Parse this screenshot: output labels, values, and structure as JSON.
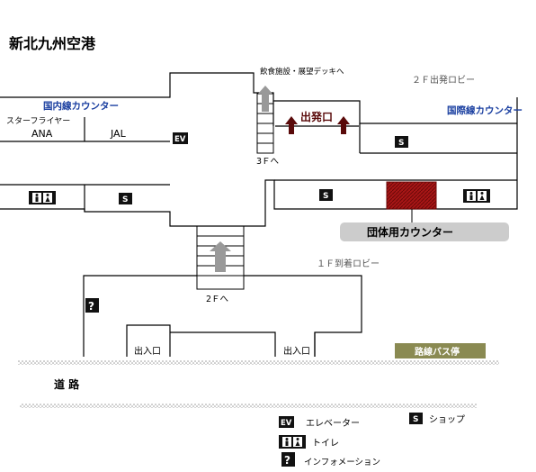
{
  "title": "新北九州空港",
  "floor2": {
    "lobby_label": "２Ｆ出発ロビー",
    "domestic_counter": "国内線カウンター",
    "starflyer": "スターフライヤー",
    "ana": "ANA",
    "jal": "JAL",
    "international_counter": "国際線カウンター",
    "dining_sign": "飲食施設・展望デッキへ",
    "to_3f": "3Ｆへ",
    "departure_gate": "出発口",
    "group_counter": "団体用カウンター",
    "ev_badge": "EV",
    "shop_badge": "S"
  },
  "floor1": {
    "lobby_label": "１Ｆ到着ロビー",
    "to_2f": "2Ｆへ",
    "info_badge": "?",
    "entrance_left": "出入口",
    "entrance_right": "出入口",
    "bus_stop": "路線バス停"
  },
  "road_label": "道 路",
  "legend": {
    "elevator": "エレベーター",
    "toilet": "トイレ",
    "information": "インフォメーション",
    "shop": "ショップ"
  },
  "colors": {
    "blue_label": "#1a3fa0",
    "maroon": "#5a0a0a",
    "group_counter_fill": "#b01818",
    "bus_stop_fill": "#8a8a52",
    "pill_fill": "#cccccc",
    "stair_arrow": "#999999"
  }
}
